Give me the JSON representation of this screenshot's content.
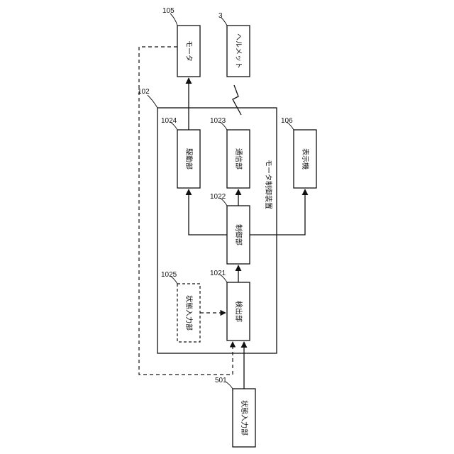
{
  "blocks": {
    "motor": {
      "ref": "105",
      "label": "モータ"
    },
    "helmet": {
      "ref": "3",
      "label": "ヘルメット"
    },
    "drive": {
      "ref": "1024",
      "label": "駆動部"
    },
    "comm": {
      "ref": "1023",
      "label": "通信部"
    },
    "display": {
      "ref": "106",
      "label": "表示機"
    },
    "control": {
      "ref": "1022",
      "label": "制御部"
    },
    "detect": {
      "ref": "1021",
      "label": "検出部"
    },
    "state_input_internal": {
      "ref": "1025",
      "label": "状態入力部"
    },
    "state_input_external": {
      "ref": "501",
      "label": "状態入力部"
    }
  },
  "device": {
    "ref": "102",
    "label": "モータ制御装置"
  },
  "colors": {
    "line": "#111111",
    "background": "#ffffff"
  }
}
